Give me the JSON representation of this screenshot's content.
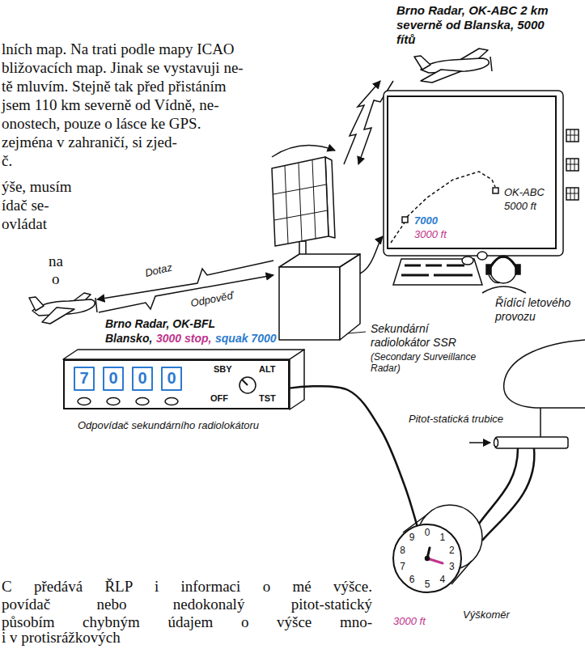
{
  "diagram": {
    "nodes": [
      {
        "text": [
          "OK-ABC",
          "5000 ft",
          "7000",
          "3000 ft"
        ]
      },
      {
        "text": [
          "7",
          "0",
          "0",
          "0",
          "SBY",
          "ALT",
          "OFF",
          "TST"
        ]
      },
      {
        "text": [
          "0",
          "1",
          "2",
          "3",
          "4",
          "5",
          "6",
          "7",
          "8",
          "9"
        ]
      }
    ],
    "edges": [
      {
        "from": 1,
        "to": 2,
        "arrow": "none"
      }
    ],
    "labels": [
      "lních map. Na trati podle mapy ICAO",
      "bližovacích map. Jinak se vystavuji ne-",
      "tě mluvím. Stejně tak před přistáním",
      "jsem 110 km severně od Vídně, ne-",
      "onostech, pouze o lásce ke GPS.",
      "zejména v zahraničí, si zjed-",
      "č.",
      "Brno Radar, OK-ABC 2 km severně od Blanska, 5000 fítů",
      "ýše, musím",
      "ídač se-",
      "ovládat",
      "Řídící letového provozu",
      "na",
      "o",
      "Dotaz",
      "Odpověď",
      "Sekundární radiolokátor SSR",
      "(Secondary Surveillance Radar)",
      "Brno Radar, OK-BFL",
      "Blansko,",
      "3000 stop,",
      "squak 7000",
      "Pitot-statická trubice",
      "Odpovídač sekundárního radiolokátoru",
      "C předává ŘLP i informaci o mé výšce.",
      "povídač nebo nedokonalý pitot-statický",
      "působím chybným údajem o výšce mno-",
      "i v protisrážkových",
      "3000 ft",
      "Výškoměr"
    ]
  }
}
